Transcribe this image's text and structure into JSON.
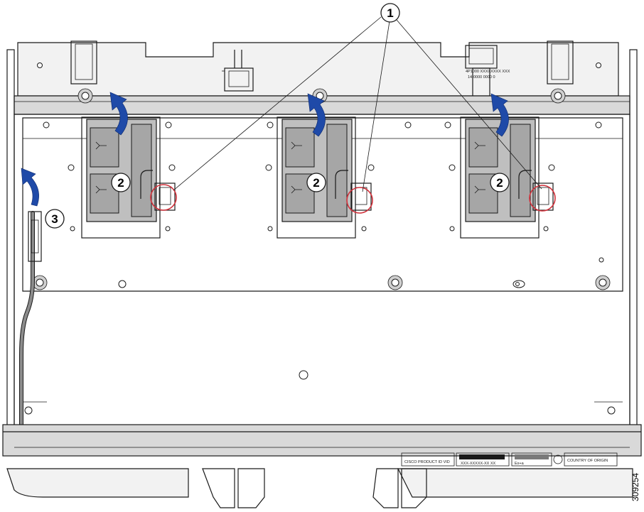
{
  "callouts": {
    "c1": "1",
    "c2a": "2",
    "c2b": "2",
    "c2c": "2",
    "c3": "3"
  },
  "labels": {
    "product_id": "CISCO PRODUCT ID  VID",
    "serial": "XXX-XXXXX-XX  XX",
    "country": "COUNTRY OF ORIGIN",
    "small_tag": "Ex+a",
    "connector_label_1": "4P1000 XXXXXXXX XXX",
    "connector_label_2": "14-0000 0000 0"
  },
  "figure_id": "309254",
  "colors": {
    "arrow": "#1f4aa8",
    "highlight": "#d0303a",
    "tray": "#bfbfbf"
  }
}
